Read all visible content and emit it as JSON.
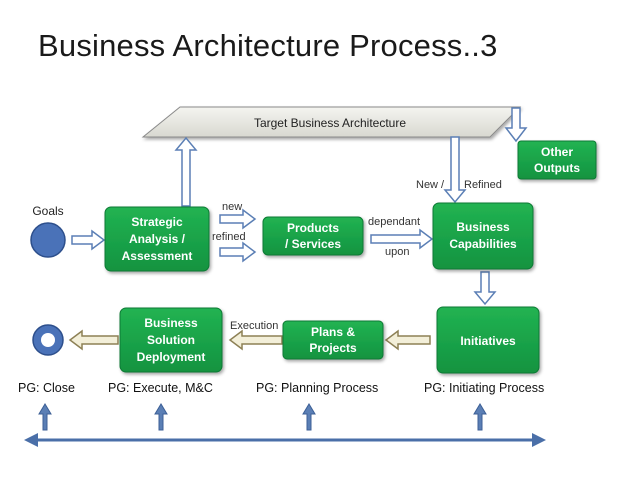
{
  "slide": {
    "title": "Business Architecture Process..3"
  },
  "diagram": {
    "target": "Target Business Architecture",
    "goals": "Goals",
    "strategic": [
      "Strategic",
      "Analysis /",
      "Assessment"
    ],
    "products": [
      "Products",
      "/ Services"
    ],
    "capabilities": [
      "Business",
      "Capabilities"
    ],
    "other_outputs": [
      "Other",
      "Outputs"
    ],
    "initiatives": "Initiatives",
    "plans": [
      "Plans &",
      "Projects"
    ],
    "deployment": [
      "Business",
      "Solution",
      "Deployment"
    ],
    "new": "new",
    "refined": "refined",
    "dependant": "dependant",
    "upon": "upon",
    "new_slash": "New /",
    "refined_cap": "Refined",
    "execution": "Execution"
  },
  "process_groups": [
    "PG: Close",
    "PG: Execute, M&C",
    "PG: Planning Process",
    "PG: Initiating Process"
  ],
  "colors": {
    "green": "#1aa64a",
    "green_dark": "#14843a",
    "blue_arrow": "#5b7fb5",
    "blue_circle": "#4a72b8"
  }
}
